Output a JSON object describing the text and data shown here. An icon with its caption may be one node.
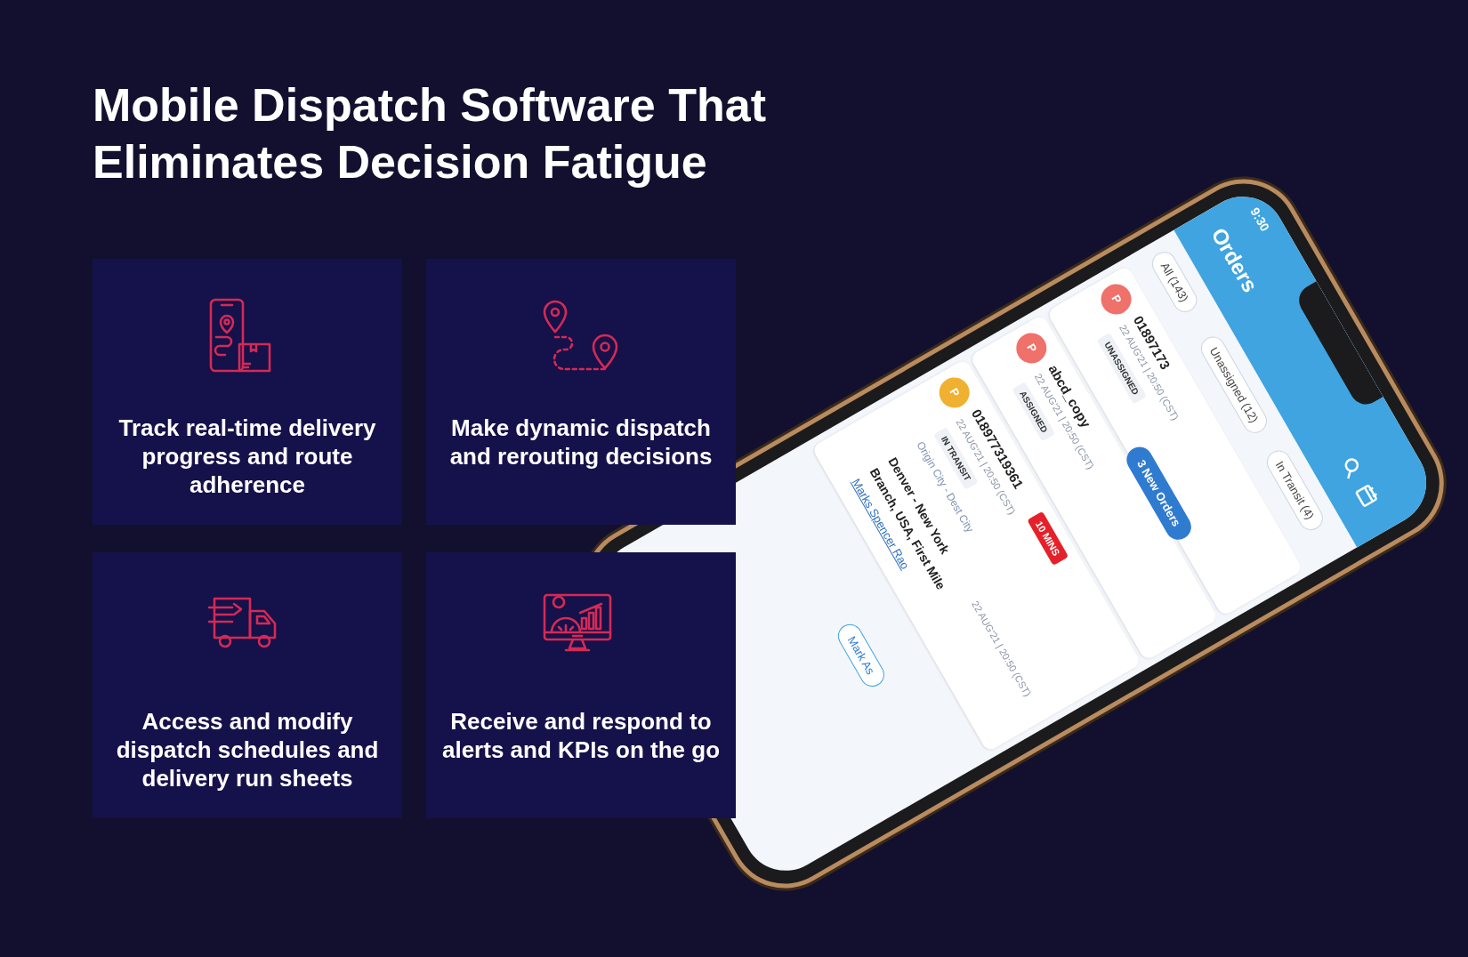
{
  "diagram": {
    "title": "Mobile Dispatch Software That Eliminates Decision Fatigue",
    "nodes": [
      {
        "text": [
          "Track real-time delivery progress and route adherence"
        ]
      },
      {
        "text": [
          "Make dynamic dispatch and rerouting decisions"
        ]
      },
      {
        "text": [
          "Access and modify dispatch schedules and delivery run sheets"
        ]
      },
      {
        "text": [
          "Receive and respond to alerts and KPIs on the go"
        ]
      }
    ],
    "labels": [
      "9:30",
      "Orders",
      "All (143)",
      "Unassigned (12)",
      "In Transit (4)",
      "P",
      "01897173",
      "22 AUG'21 | 20:50 (CST)",
      "UNASSIGNED",
      "3 New Orders",
      "P",
      "abcd_copy",
      "22 AUG'21 | 20:50 (CST)",
      "ASSIGNED",
      "P",
      "018977319361",
      "10 MINS",
      "22 AUG'21 | 20:50 (CST)",
      "IN TRANSIT",
      "Origin City - Dest City",
      "Denver - New York",
      "22 AUG'21 | 20:50 (CST)",
      "Branch, USA, First Mile",
      "Marks Spencer Rao",
      "Mark As"
    ]
  }
}
